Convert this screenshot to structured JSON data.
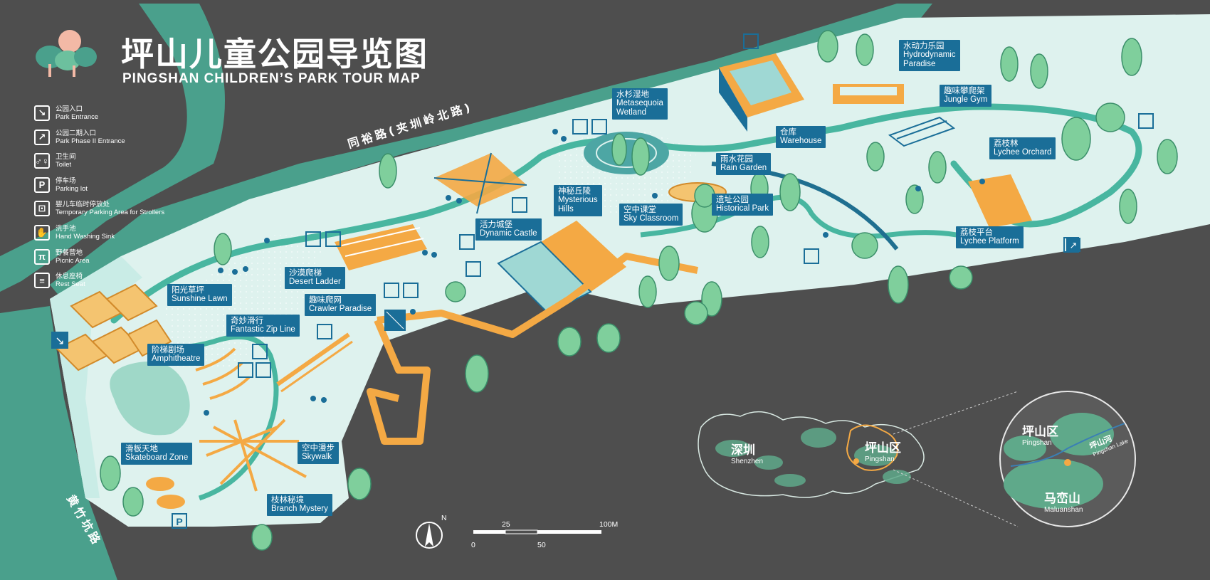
{
  "title": {
    "cn": "坪山儿童公园导览图",
    "en": "PINGSHAN CHILDREN’S PARK TOUR MAP"
  },
  "legend": [
    {
      "icon": "park-entrance-icon",
      "glyph": "↘",
      "cn": "公园入口",
      "en": "Park Entrance"
    },
    {
      "icon": "phase2-entrance-icon",
      "glyph": "↗",
      "cn": "公园二期入口",
      "en": "Park Phase II Entrance"
    },
    {
      "icon": "toilet-icon",
      "glyph": "♂♀",
      "cn": "卫生间",
      "en": "Toilet"
    },
    {
      "icon": "parking-icon",
      "glyph": "P",
      "cn": "停车场",
      "en": "Parking lot"
    },
    {
      "icon": "stroller-icon",
      "glyph": "⊡",
      "cn": "婴儿车临时停放处",
      "en": "Temporary Parking Area for Strollers"
    },
    {
      "icon": "sink-icon",
      "glyph": "✋",
      "cn": "洗手池",
      "en": "Hand Washing Sink"
    },
    {
      "icon": "picnic-icon",
      "glyph": "π",
      "cn": "野餐营地",
      "en": "Picnic Area"
    },
    {
      "icon": "rest-seat-icon",
      "glyph": "≡",
      "cn": "休息座椅",
      "en": "Rest Seat"
    }
  ],
  "roads": {
    "tongyu": "同裕路(夹圳岭北路)",
    "huangzhukeng": "黄竹坑路"
  },
  "places": {
    "sunshine_lawn": {
      "cn": "阳光草坪",
      "en": "Sunshine Lawn"
    },
    "desert_ladder": {
      "cn": "沙漠爬梯",
      "en": "Desert Ladder"
    },
    "crawler_paradise": {
      "cn": "趣味爬网",
      "en": "Crawler Paradise"
    },
    "zip_line": {
      "cn": "奇妙滑行",
      "en": "Fantastic Zip Line"
    },
    "amphitheatre": {
      "cn": "阶梯剧场",
      "en": "Amphitheatre"
    },
    "skateboard": {
      "cn": "滑板天地",
      "en": "Skateboard Zone"
    },
    "skywalk": {
      "cn": "空中漫步",
      "en": "Skywalk"
    },
    "branch_mystery": {
      "cn": "枝林秘境",
      "en": "Branch Mystery"
    },
    "dynamic_castle": {
      "cn": "活力城堡",
      "en": "Dynamic Castle"
    },
    "mysterious_hills": {
      "cn": "神秘丘陵",
      "en": "Mysterious",
      "en2": "Hills"
    },
    "wetland": {
      "cn": "水杉湿地",
      "en": "Metasequoia",
      "en2": "Wetland"
    },
    "sky_classroom": {
      "cn": "空中课堂",
      "en": "Sky Classroom"
    },
    "rain_garden": {
      "cn": "雨水花园",
      "en": "Rain Garden"
    },
    "historical_park": {
      "cn": "遗址公园",
      "en": "Historical Park"
    },
    "warehouse": {
      "cn": "仓库",
      "en": "Warehouse"
    },
    "hydrodynamic": {
      "cn": "水动力乐园",
      "en": "Hydrodynamic",
      "en2": "Paradise"
    },
    "jungle_gym": {
      "cn": "趣味攀爬架",
      "en": "Jungle Gym"
    },
    "lychee_orchard": {
      "cn": "荔枝林",
      "en": "Lychee Orchard"
    },
    "lychee_platform": {
      "cn": "荔枝平台",
      "en": "Lychee Platform"
    }
  },
  "scale": {
    "unit": "100M",
    "ticks": [
      "0",
      "25",
      "50"
    ],
    "north": "N"
  },
  "inset": {
    "shenzhen": {
      "cn": "深圳",
      "en": "Shenzhen"
    },
    "pingshan": {
      "cn": "坪山区",
      "en": "Pingshan"
    },
    "zoom_pingshan": {
      "cn": "坪山区",
      "en": "Pingshan"
    },
    "river": {
      "cn": "坪山河",
      "en": "Pingshan Lake"
    },
    "maluanshan": {
      "cn": "马峦山",
      "en": "Maluanshan"
    }
  },
  "colors": {
    "background": "#4e4e4e",
    "park": "#def2ee",
    "path": "#48b6a0",
    "road": "#4aa08c",
    "label": "#1a6e98",
    "structure": "#f4a944",
    "tree": "#7fcf9c"
  }
}
